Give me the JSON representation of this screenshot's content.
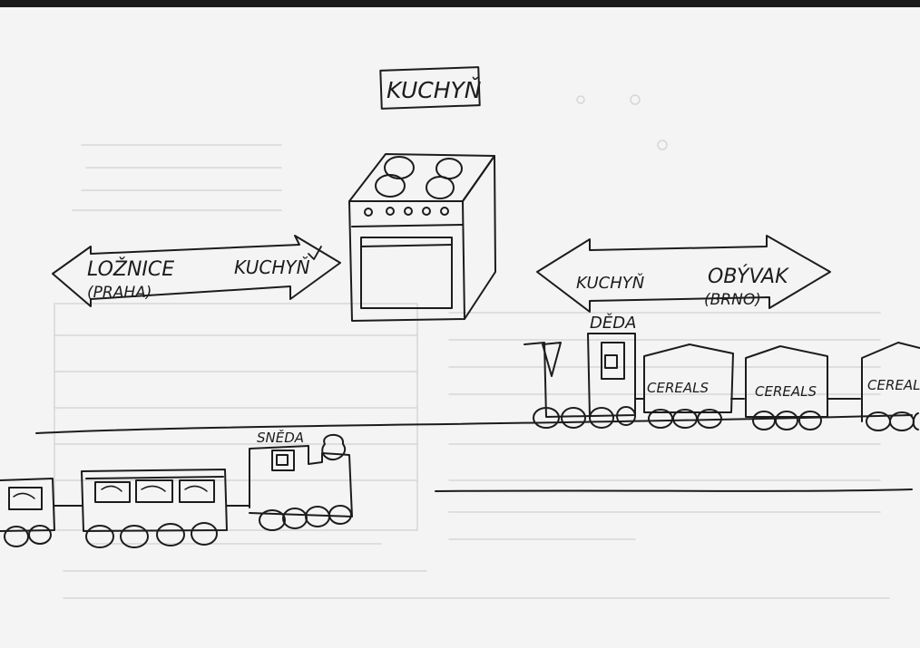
{
  "labels": {
    "kitchen_box": "KUCHYŇ",
    "left_arrow_left": "LOŽNICE",
    "left_arrow_left_sub": "(PRAHA)",
    "left_arrow_right": "KUCHYŇ",
    "right_arrow_left": "KUCHYŇ",
    "right_arrow_right": "OBÝVAK",
    "right_arrow_right_sub": "(BRNO)",
    "right_train_engine": "DĚDA",
    "right_train_wagon": "CEREALS",
    "left_train_engine": "SNĚDA"
  },
  "colors": {
    "ink": "#1c1c1c",
    "paper": "#f4f4f4",
    "bleed_through": "#cfcfcf"
  }
}
